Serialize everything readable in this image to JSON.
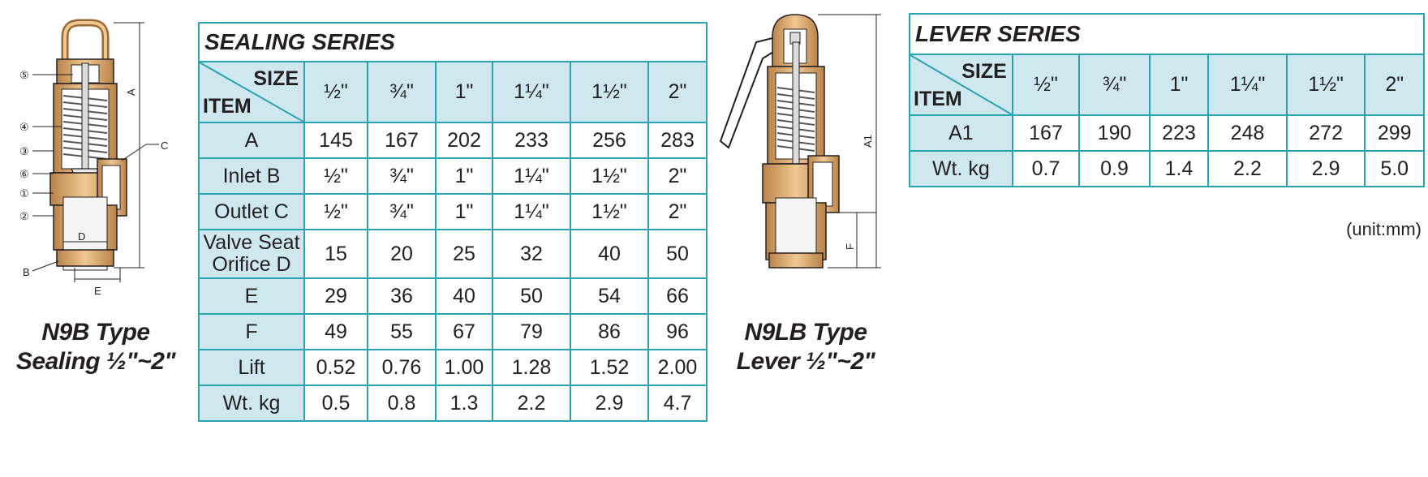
{
  "sealing": {
    "caption_line1": "N9B Type",
    "caption_line2": "Sealing ½\"~2\"",
    "table": {
      "title": "SEALING SERIES",
      "corner_size": "SIZE",
      "corner_item": "ITEM",
      "sizes": [
        "½\"",
        "¾\"",
        "1\"",
        "1¼\"",
        "1½\"",
        "2\""
      ],
      "rows": [
        {
          "item": [
            "A"
          ],
          "values": [
            "145",
            "167",
            "202",
            "233",
            "256",
            "283"
          ]
        },
        {
          "item": [
            "Inlet B"
          ],
          "values": [
            "½\"",
            "¾\"",
            "1\"",
            "1¼\"",
            "1½\"",
            "2\""
          ]
        },
        {
          "item": [
            "Outlet C"
          ],
          "values": [
            "½\"",
            "¾\"",
            "1\"",
            "1¼\"",
            "1½\"",
            "2\""
          ]
        },
        {
          "item": [
            "Valve Seat",
            "Orifice D"
          ],
          "values": [
            "15",
            "20",
            "25",
            "32",
            "40",
            "50"
          ]
        },
        {
          "item": [
            "E"
          ],
          "values": [
            "29",
            "36",
            "40",
            "50",
            "54",
            "66"
          ]
        },
        {
          "item": [
            "F"
          ],
          "values": [
            "49",
            "55",
            "67",
            "79",
            "86",
            "96"
          ]
        },
        {
          "item": [
            "Lift"
          ],
          "values": [
            "0.52",
            "0.76",
            "1.00",
            "1.28",
            "1.52",
            "2.00"
          ]
        },
        {
          "item": [
            "Wt. kg"
          ],
          "values": [
            "0.5",
            "0.8",
            "1.3",
            "2.2",
            "2.9",
            "4.7"
          ]
        }
      ]
    },
    "drawing": {
      "dim_labels": {
        "a": "A",
        "b": "B",
        "c": "C",
        "d": "D",
        "e": "E"
      },
      "callouts": [
        "⑤",
        "④",
        "③",
        "⑥",
        "①",
        "②"
      ]
    }
  },
  "lever": {
    "caption_line1": "N9LB Type",
    "caption_line2": "Lever ½\"~2\"",
    "table": {
      "title": "LEVER SERIES",
      "corner_size": "SIZE",
      "corner_item": "ITEM",
      "sizes": [
        "½\"",
        "¾\"",
        "1\"",
        "1¼\"",
        "1½\"",
        "2\""
      ],
      "rows": [
        {
          "item": [
            "A1"
          ],
          "values": [
            "167",
            "190",
            "223",
            "248",
            "272",
            "299"
          ]
        },
        {
          "item": [
            "Wt. kg"
          ],
          "values": [
            "0.7",
            "0.9",
            "1.4",
            "2.2",
            "2.9",
            "5.0"
          ]
        }
      ]
    },
    "drawing": {
      "dim_labels": {
        "a1": "A1",
        "f": "F"
      }
    }
  },
  "unit_note": "(unit:mm)",
  "colors": {
    "border": "#2aa3b1",
    "header_fill": "#cfe7ee",
    "brass": "#d9a66b",
    "brass_dark": "#9a6a35",
    "spring": "#c9c9c9"
  }
}
